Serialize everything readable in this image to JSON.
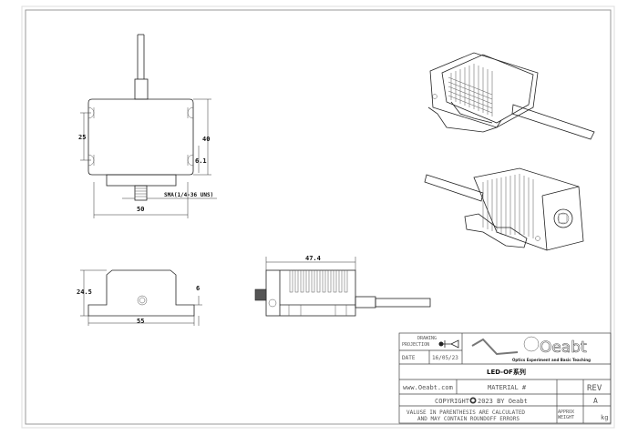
{
  "dimensions": {
    "front_width": "50",
    "front_height": "40",
    "slot_spacing": "25",
    "slot_width": "6.1",
    "connector": "SMA(1/4-36 UNS)",
    "side_height": "24.5",
    "side_width": "55",
    "base_height": "6",
    "top_length": "47.4"
  },
  "title_block": {
    "drawing_projection": [
      "DRAWING",
      "PROJECTION"
    ],
    "date_label": "DATE",
    "date_value": "16/05/23",
    "logo_text": "Oeabt",
    "logo_tagline": "Optics Experiment and Basic Teaching",
    "part_name": "LED-OF系列",
    "website": "www.Oeabt.com",
    "material": "MATERIAL #",
    "rev_label": "REV",
    "rev_value": "A",
    "copyright": "COPYRIGHT",
    "copyright_rest": "2023 BY Oeabt",
    "note_line1": "VALUSE IN PARENTHESIS ARE CALCULATED",
    "note_line2": "AND MAY CONTAIN ROUNDOFF ERRORS",
    "approx": "APPROX",
    "weight": "WEIGHT",
    "unit": "kg"
  }
}
